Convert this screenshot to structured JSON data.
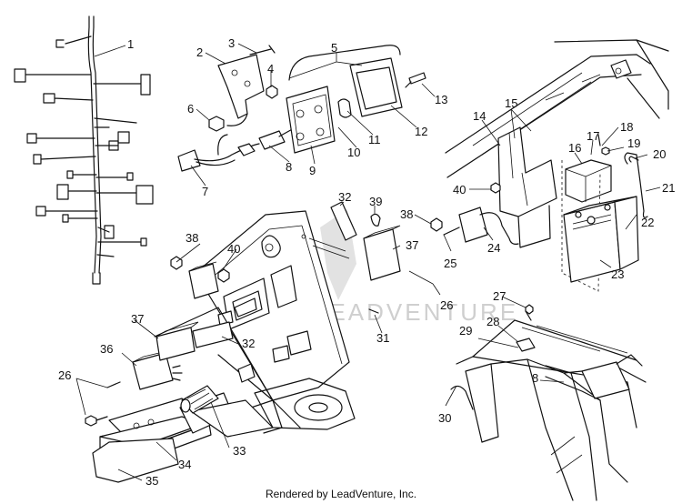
{
  "watermark": "LEADVENTURE",
  "footer": "Rendered by LeadVenture, Inc.",
  "callouts": {
    "c1": "1",
    "c2": "2",
    "c3": "3",
    "c4": "4",
    "c5": "5",
    "c6": "6",
    "c7": "7",
    "c8a": "8",
    "c8b": "8",
    "c9": "9",
    "c10": "10",
    "c11": "11",
    "c12": "12",
    "c13": "13",
    "c14": "14",
    "c15": "15",
    "c16": "16",
    "c17": "17",
    "c18": "18",
    "c19": "19",
    "c20": "20",
    "c21": "21",
    "c22": "22",
    "c23": "23",
    "c24": "24",
    "c25": "25",
    "c26a": "26",
    "c26b": "26",
    "c27": "27",
    "c28": "28",
    "c29": "29",
    "c30": "30",
    "c31": "31",
    "c32a": "32",
    "c32b": "32",
    "c33": "33",
    "c34": "34",
    "c35": "35",
    "c36": "36",
    "c37a": "37",
    "c37b": "37",
    "c38a": "38",
    "c38b": "38",
    "c39": "39",
    "c40a": "40",
    "c40b": "40"
  }
}
